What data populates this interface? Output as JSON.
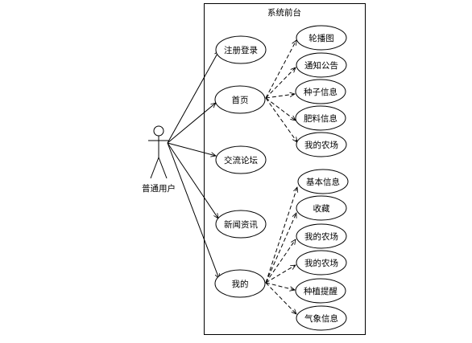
{
  "system": {
    "title": "系统前台"
  },
  "actor": {
    "label": "普通用户"
  },
  "use_cases": {
    "register_login": "注册登录",
    "home": "首页",
    "forum": "交流论坛",
    "news": "新闻资讯",
    "mine": "我的"
  },
  "home_children": [
    "轮播图",
    "通知公告",
    "种子信息",
    "肥料信息",
    "我的农场"
  ],
  "mine_children": [
    "基本信息",
    "收藏",
    "我的农场",
    "我的农场",
    "种植提醒",
    "气象信息"
  ]
}
